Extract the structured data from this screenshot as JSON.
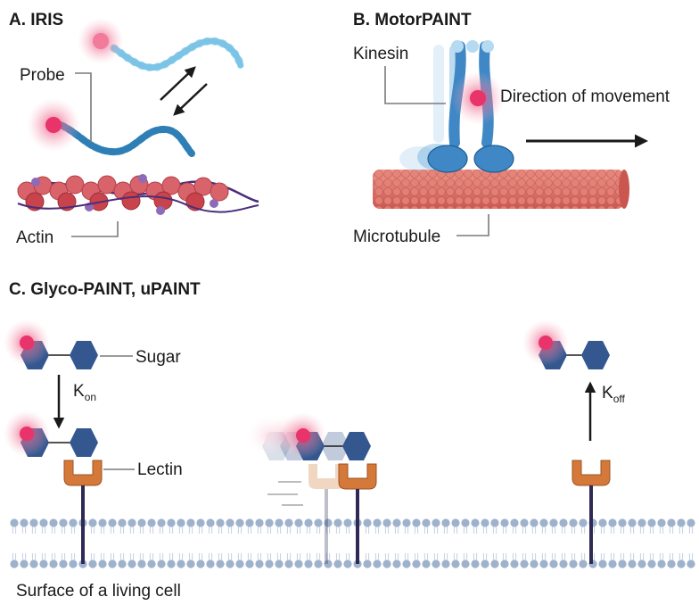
{
  "panels": {
    "a": {
      "title": "A. IRIS",
      "probe_label": "Probe",
      "actin_label": "Actin"
    },
    "b": {
      "title": "B. MotorPAINT",
      "kinesin_label": "Kinesin",
      "direction_label": "Direction of movement",
      "microtubule_label": "Microtubule"
    },
    "c": {
      "title": "C. Glyco-PAINT, uPAINT",
      "sugar_label": "Sugar",
      "lectin_label": "Lectin",
      "kon_main": "K",
      "kon_sub": "on",
      "koff_main": "K",
      "koff_sub": "off",
      "surface_label": "Surface of a living cell"
    }
  },
  "colors": {
    "fluor_core": "#e8336b",
    "fluor_glow": "#f7b7c8",
    "sugar_hex": "#34578f",
    "lectin": "#d4793a",
    "actin": "#c9434d",
    "microtubule": "#e17a72",
    "kinesin": "#3f88c5",
    "membrane_head": "#9fb2cc",
    "probe_strand": "#7cc4e6"
  }
}
